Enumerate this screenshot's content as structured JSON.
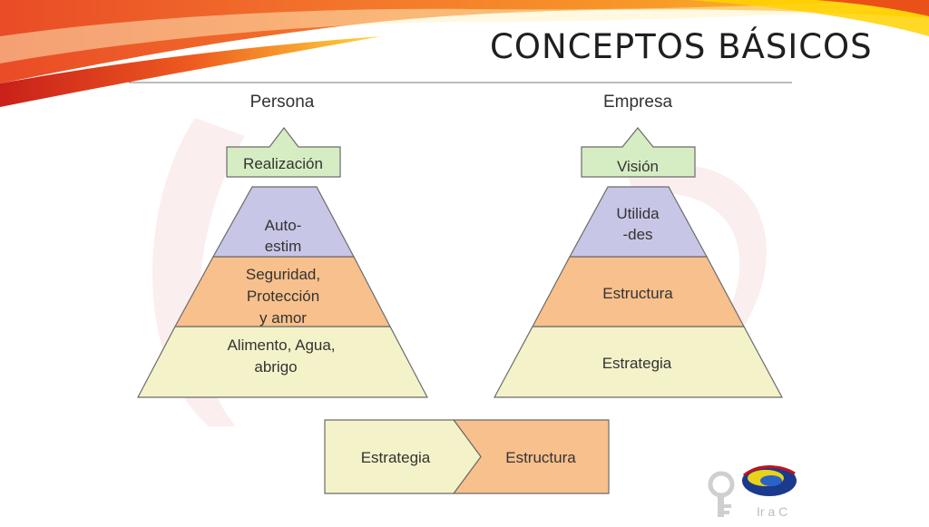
{
  "slide": {
    "title": "CONCEPTOS BÁSICOS",
    "watermark_text": "Ir a C"
  },
  "pyramids": [
    {
      "heading": "Persona",
      "apex_label": "Realización",
      "levels": [
        [
          "Auto-",
          "estim"
        ],
        [
          "Seguridad,",
          "Protección",
          "y amor"
        ],
        [
          "Alimento, Agua,",
          "abrigo"
        ]
      ]
    },
    {
      "heading": "Empresa",
      "apex_label": "Visión",
      "levels": [
        [
          "Utilida",
          "-des"
        ],
        [
          "Estructura"
        ],
        [
          "Estrategia"
        ]
      ]
    }
  ],
  "sequence": {
    "first": "Estrategia",
    "second": "Estructura"
  },
  "colors": {
    "apex_green": "#d6edc4",
    "level_lavender": "#c8c6e6",
    "level_orange": "#f8c08c",
    "level_cream": "#f4f2c8",
    "outline": "#6b6b6b",
    "banner_red": "#e8421a",
    "banner_orange": "#f7941d",
    "banner_yellow": "#ffd200"
  }
}
